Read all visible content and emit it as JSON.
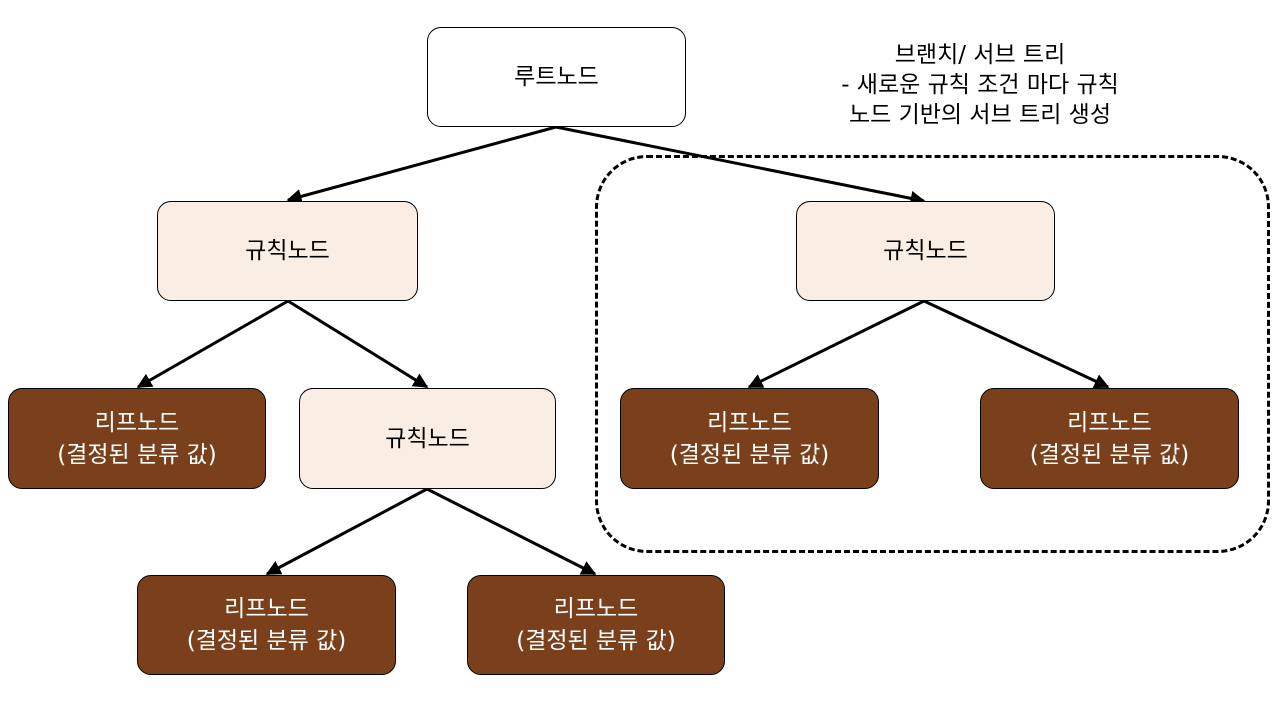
{
  "nodes": {
    "root": {
      "label": "루트노드"
    },
    "rule_left": {
      "label": "규칙노드"
    },
    "rule_mid": {
      "label": "규칙노드"
    },
    "rule_right": {
      "label": "규칙노드"
    },
    "leaf_1": {
      "line1": "리프노드",
      "line2": "(결정된 분류 값)"
    },
    "leaf_2": {
      "line1": "리프노드",
      "line2": "(결정된 분류 값)"
    },
    "leaf_3": {
      "line1": "리프노드",
      "line2": "(결정된 분류 값)"
    },
    "leaf_4": {
      "line1": "리프노드",
      "line2": "(결정된 분류 값)"
    },
    "leaf_5": {
      "line1": "리프노드",
      "line2": "(결정된 분류 값)"
    }
  },
  "annotation": {
    "line1": "브랜치/ 서브 트리",
    "line2": "- 새로운 규칙 조건 마다 규칙",
    "line3": "노드 기반의 서브 트리 생성"
  },
  "colors": {
    "rule_fill": "#faede3",
    "leaf_fill": "#7a401c",
    "leaf_text": "#ffffff"
  }
}
